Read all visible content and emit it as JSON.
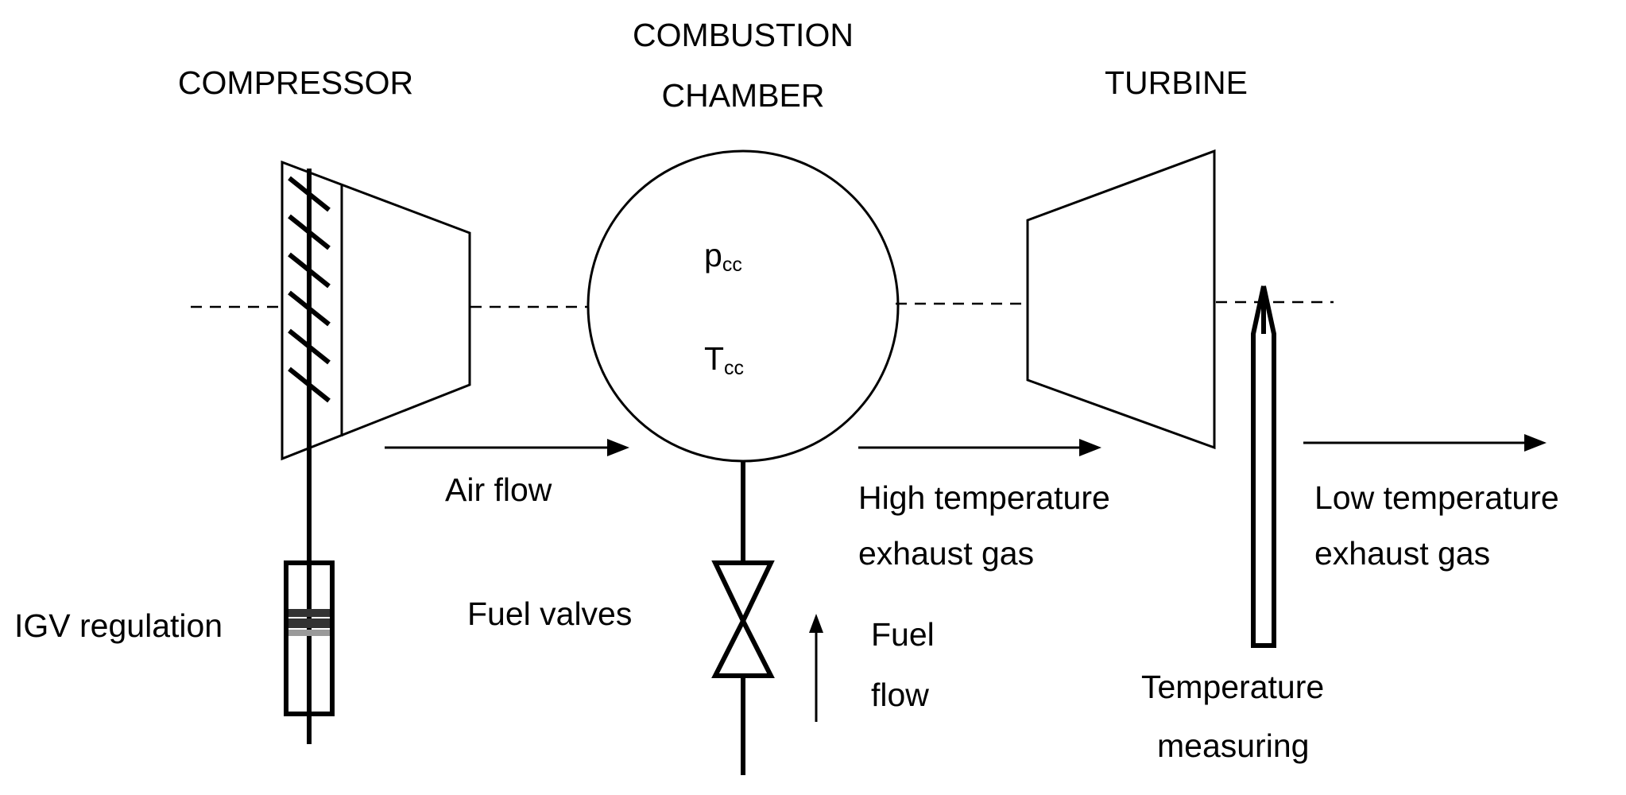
{
  "labels": {
    "compressor": "COMPRESSOR",
    "combustion_line1": "COMBUSTION",
    "combustion_line2": "CHAMBER",
    "turbine": "TURBINE",
    "p_symbol": "p",
    "p_subscript": "cc",
    "t_symbol": "T",
    "t_subscript": "cc",
    "air_flow": "Air flow",
    "high_temp_line1": "High temperature",
    "high_temp_line2": "exhaust gas",
    "low_temp_line1": "Low temperature",
    "low_temp_line2": "exhaust gas",
    "igv_regulation": "IGV regulation",
    "fuel_valves": "Fuel valves",
    "fuel_flow_line1": "Fuel",
    "fuel_flow_line2": "flow",
    "temp_measuring_line1": "Temperature",
    "temp_measuring_line2": "measuring"
  },
  "colors": {
    "line": "#000000",
    "background": "#ffffff",
    "band_dark": "#333333",
    "band_light": "#9a9a9a"
  }
}
